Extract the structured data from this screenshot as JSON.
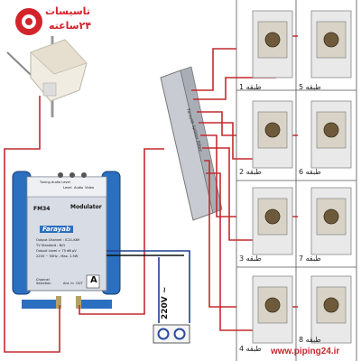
{
  "logo": {
    "text_line1": "تاسیسات",
    "text_line2": "۲۴ساعته",
    "icon": "gear-icon"
  },
  "website": "www.piping24.ir",
  "modulator": {
    "brand": "Farayab",
    "model": "FM34",
    "title": "Modulator",
    "top_labels": [
      "Tuning Audio Level",
      "Level",
      "Audio",
      "Video"
    ],
    "spec_lines": [
      "Output Channel : IC21-K69",
      "TV Standard : B/G",
      "Output Level > 75 dB µV",
      "220V ~ 50Hz - Max. 1.5W"
    ],
    "channel_selection": "Channel Selection",
    "ant_label": "Ant. In",
    "out_label": "OUT",
    "letter": "A"
  },
  "splitter": {
    "label": "Farayab Splitter 8Way"
  },
  "power": {
    "voltage": "220V ~"
  },
  "floors": [
    {
      "label": "طبقه 1"
    },
    {
      "label": "طبقه 2"
    },
    {
      "label": "طبقه 3"
    },
    {
      "label": "طبقه 4"
    },
    {
      "label": "طبقه 5"
    },
    {
      "label": "طبقه 6"
    },
    {
      "label": "طبقه 7"
    },
    {
      "label": "طبقه 8"
    }
  ],
  "colors": {
    "cable_red": "#c42a2e",
    "cable_blue": "#1f3f8f",
    "cable_black": "#111111",
    "modulator_blue": "#2a6fc0",
    "accent": "#d3232b"
  }
}
